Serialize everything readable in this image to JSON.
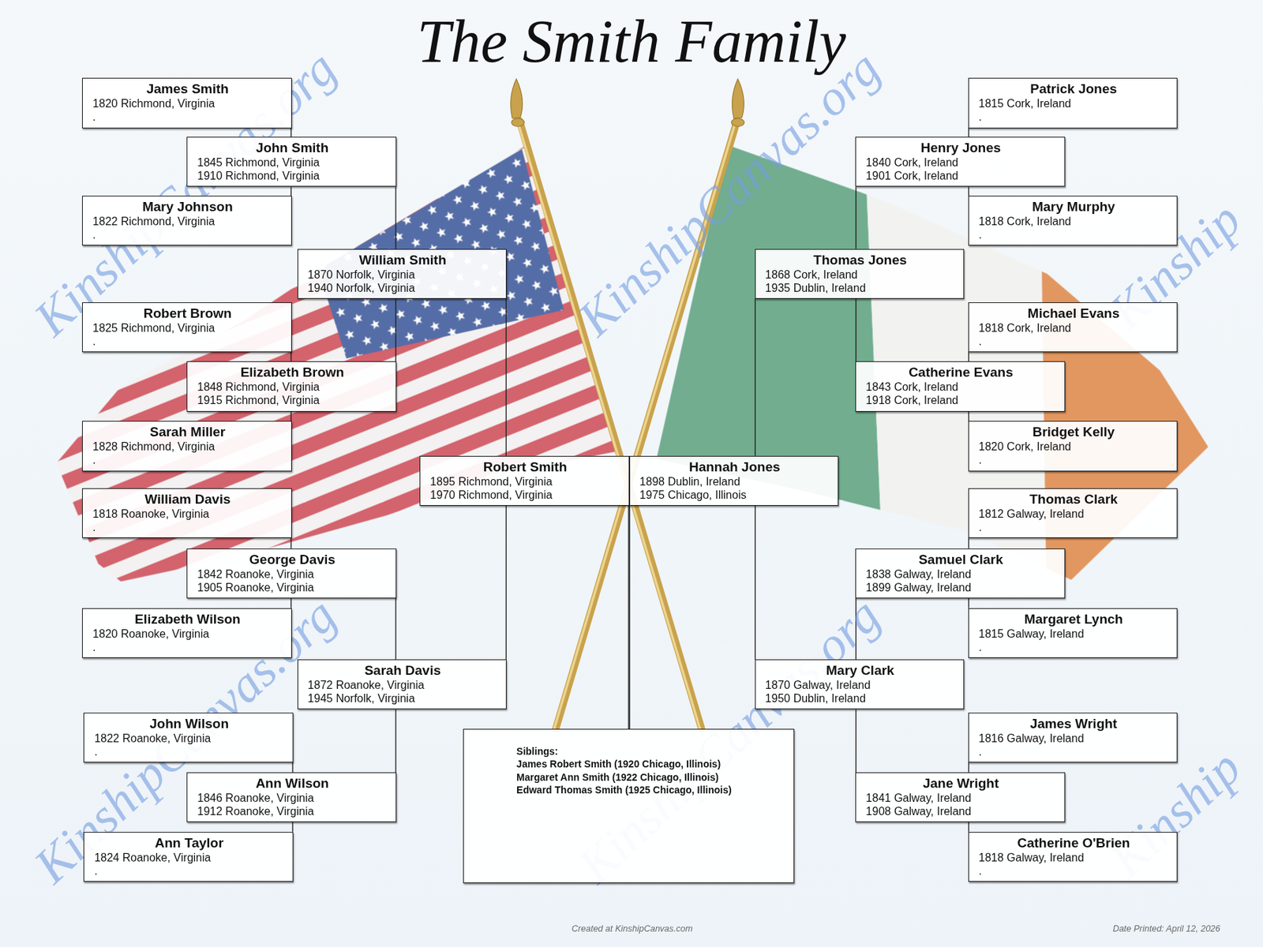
{
  "diagram": {
    "title": "The Smith Family",
    "nodes": [
      {
        "text": [
          "James Smith",
          "1820 Richmond, Virginia",
          "."
        ]
      },
      {
        "text": [
          "John Smith",
          "1845 Richmond, Virginia",
          "1910 Richmond, Virginia"
        ]
      },
      {
        "text": [
          "Mary Johnson",
          "1822 Richmond, Virginia",
          "."
        ]
      },
      {
        "text": [
          "William Smith",
          "1870 Norfolk, Virginia",
          "1940 Norfolk, Virginia"
        ]
      },
      {
        "text": [
          "Robert Brown",
          "1825 Richmond, Virginia",
          "."
        ]
      },
      {
        "text": [
          "Elizabeth Brown",
          "1848 Richmond, Virginia",
          "1915 Richmond, Virginia"
        ]
      },
      {
        "text": [
          "Sarah Miller",
          "1828 Richmond, Virginia",
          "."
        ]
      },
      {
        "text": [
          "William Davis",
          "1818 Roanoke, Virginia",
          "."
        ]
      },
      {
        "text": [
          "George Davis",
          "1842 Roanoke, Virginia",
          "1905 Roanoke, Virginia"
        ]
      },
      {
        "text": [
          "Elizabeth Wilson",
          "1820 Roanoke, Virginia",
          "."
        ]
      },
      {
        "text": [
          "Sarah Davis",
          "1872 Roanoke, Virginia",
          "1945 Norfolk, Virginia"
        ]
      },
      {
        "text": [
          "John Wilson",
          "1822 Roanoke, Virginia",
          "."
        ]
      },
      {
        "text": [
          "Ann Wilson",
          "1846 Roanoke, Virginia",
          "1912 Roanoke, Virginia"
        ]
      },
      {
        "text": [
          "Ann Taylor",
          "1824 Roanoke, Virginia",
          "."
        ]
      },
      {
        "text": [
          "Robert Smith",
          "1895 Richmond, Virginia",
          "1970 Richmond, Virginia"
        ]
      },
      {
        "text": [
          "Hannah Jones",
          "1898 Dublin, Ireland",
          "1975 Chicago, Illinois"
        ]
      },
      {
        "text": [
          "Siblings:",
          "James Robert Smith (1920 Chicago, Illinois)",
          "Margaret Ann Smith (1922 Chicago, Illinois)",
          "Edward Thomas Smith (1925 Chicago, Illinois)"
        ]
      },
      {
        "text": [
          "Patrick Jones",
          "1815 Cork, Ireland",
          "."
        ]
      },
      {
        "text": [
          "Henry Jones",
          "1840 Cork, Ireland",
          "1901 Cork, Ireland"
        ]
      },
      {
        "text": [
          "Mary Murphy",
          "1818 Cork, Ireland",
          "."
        ]
      },
      {
        "text": [
          "Thomas Jones",
          "1868 Cork, Ireland",
          "1935 Dublin, Ireland"
        ]
      },
      {
        "text": [
          "Michael Evans",
          "1818 Cork, Ireland",
          "."
        ]
      },
      {
        "text": [
          "Catherine Evans",
          "1843 Cork, Ireland",
          "1918 Cork, Ireland"
        ]
      },
      {
        "text": [
          "Bridget Kelly",
          "1820 Cork, Ireland",
          "."
        ]
      },
      {
        "text": [
          "Thomas Clark",
          "1812 Galway, Ireland",
          "."
        ]
      },
      {
        "text": [
          "Samuel Clark",
          "1838 Galway, Ireland",
          "1899 Galway, Ireland"
        ]
      },
      {
        "text": [
          "Margaret Lynch",
          "1815 Galway, Ireland",
          "."
        ]
      },
      {
        "text": [
          "Mary Clark",
          "1870 Galway, Ireland",
          "1950 Dublin, Ireland"
        ]
      },
      {
        "text": [
          "James Wright",
          "1816 Galway, Ireland",
          "."
        ]
      },
      {
        "text": [
          "Jane Wright",
          "1841 Galway, Ireland",
          "1908 Galway, Ireland"
        ]
      },
      {
        "text": [
          "Catherine O'Brien",
          "1818 Galway, Ireland",
          "."
        ]
      }
    ],
    "edges": [
      {
        "from": 0,
        "to": 1,
        "arrow": "none"
      },
      {
        "from": 2,
        "to": 1,
        "arrow": "none"
      },
      {
        "from": 4,
        "to": 5,
        "arrow": "none"
      },
      {
        "from": 6,
        "to": 5,
        "arrow": "none"
      },
      {
        "from": 1,
        "to": 3,
        "arrow": "none"
      },
      {
        "from": 5,
        "to": 3,
        "arrow": "none"
      },
      {
        "from": 7,
        "to": 8,
        "arrow": "none"
      },
      {
        "from": 9,
        "to": 8,
        "arrow": "none"
      },
      {
        "from": 11,
        "to": 12,
        "arrow": "none"
      },
      {
        "from": 13,
        "to": 12,
        "arrow": "none"
      },
      {
        "from": 8,
        "to": 10,
        "arrow": "none"
      },
      {
        "from": 12,
        "to": 10,
        "arrow": "none"
      },
      {
        "from": 3,
        "to": 14,
        "arrow": "none"
      },
      {
        "from": 10,
        "to": 14,
        "arrow": "none"
      },
      {
        "from": 14,
        "to": 16,
        "arrow": "none"
      },
      {
        "from": 15,
        "to": 16,
        "arrow": "none"
      },
      {
        "from": 17,
        "to": 18,
        "arrow": "none"
      },
      {
        "from": 19,
        "to": 18,
        "arrow": "none"
      },
      {
        "from": 21,
        "to": 22,
        "arrow": "none"
      },
      {
        "from": 23,
        "to": 22,
        "arrow": "none"
      },
      {
        "from": 18,
        "to": 20,
        "arrow": "none"
      },
      {
        "from": 22,
        "to": 20,
        "arrow": "none"
      },
      {
        "from": 24,
        "to": 25,
        "arrow": "none"
      },
      {
        "from": 26,
        "to": 25,
        "arrow": "none"
      },
      {
        "from": 28,
        "to": 29,
        "arrow": "none"
      },
      {
        "from": 30,
        "to": 29,
        "arrow": "none"
      },
      {
        "from": 25,
        "to": 27,
        "arrow": "none"
      },
      {
        "from": 29,
        "to": 27,
        "arrow": "none"
      },
      {
        "from": 20,
        "to": 15,
        "arrow": "none"
      },
      {
        "from": 27,
        "to": 15,
        "arrow": "none"
      }
    ],
    "labels": [
      "KinshipCanvas.org",
      "KinshipCanvas.org",
      "KinshipCanvas.org",
      "KinshipCanvas.org",
      "Kinship",
      "Kinship",
      "Created at KinshipCanvas.com",
      "Date Printed: April 12, 2026"
    ]
  }
}
